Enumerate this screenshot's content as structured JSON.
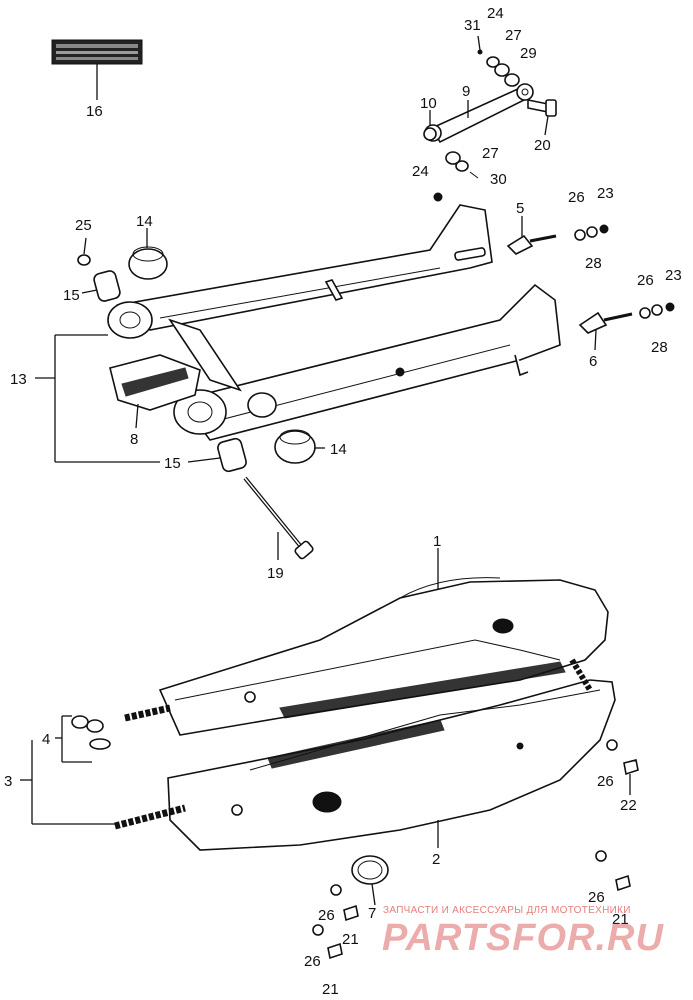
{
  "callouts": {
    "c1": "1",
    "c2": "2",
    "c3": "3",
    "c4": "4",
    "c5": "5",
    "c6": "6",
    "c7": "7",
    "c8": "8",
    "c9": "9",
    "c10": "10",
    "c13": "13",
    "c14a": "14",
    "c14b": "14",
    "c15a": "15",
    "c15b": "15",
    "c16": "16",
    "c19": "19",
    "c20": "20",
    "c21a": "21",
    "c21b": "21",
    "c21c": "21",
    "c22": "22",
    "c23a": "23",
    "c23b": "23",
    "c24a": "24",
    "c24b": "24",
    "c25": "25",
    "c26a": "26",
    "c26b": "26",
    "c26c": "26",
    "c26d": "26",
    "c26e": "26",
    "c26f": "26",
    "c27a": "27",
    "c27b": "27",
    "c28a": "28",
    "c28b": "28",
    "c29": "29",
    "c30": "30",
    "c31": "31"
  },
  "watermark": {
    "line1": "ЗАПЧАСТИ И АКСЕССУАРЫ ДЛЯ МОТОТЕХНИКИ",
    "line2": "PARTSFOR.RU"
  }
}
